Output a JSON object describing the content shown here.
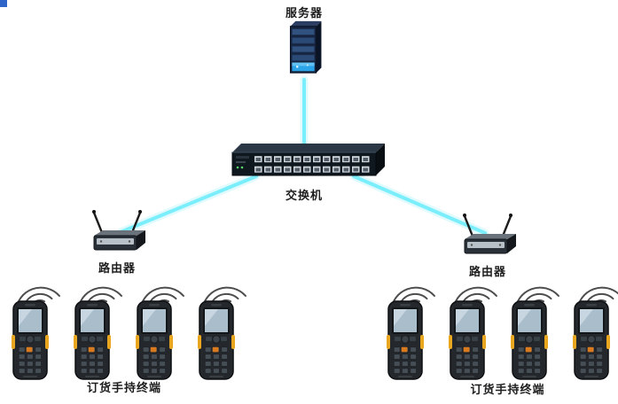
{
  "diagram": {
    "type": "network-topology",
    "link_color": "#7beefc",
    "nodes": {
      "server": {
        "label": "服务器"
      },
      "switch": {
        "label": "交换机"
      },
      "router_left": {
        "label": "路由器"
      },
      "router_right": {
        "label": "路由器"
      },
      "group_left": {
        "label": "订货手持终端",
        "terminal_count": 4
      },
      "group_right": {
        "label": "订货手持终端",
        "terminal_count": 4
      }
    },
    "links": [
      {
        "from": "server",
        "to": "switch"
      },
      {
        "from": "switch",
        "to": "router_left"
      },
      {
        "from": "switch",
        "to": "router_right"
      }
    ]
  }
}
